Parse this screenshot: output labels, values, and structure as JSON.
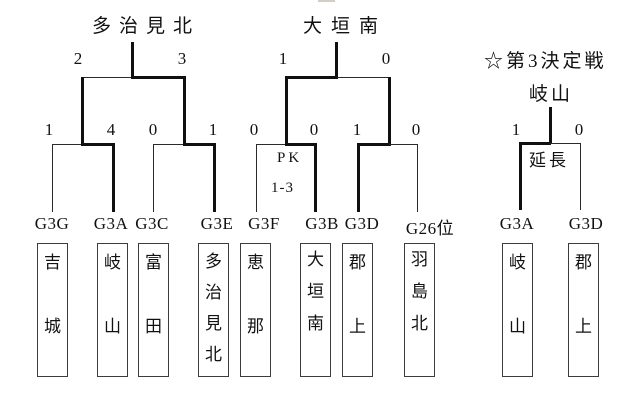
{
  "page": {
    "background": "#ffffff",
    "line_color": "#101010"
  },
  "matches": {
    "sf_left": {
      "winner": "多治見北",
      "score_left": "2",
      "score_right": "3"
    },
    "sf_right": {
      "winner": "大垣南",
      "score_left": "1",
      "score_right": "0"
    },
    "qf1": {
      "score_left": "1",
      "score_right": "4"
    },
    "qf2": {
      "score_left": "0",
      "score_right": "1"
    },
    "qf3": {
      "score_left": "0",
      "score_right": "0",
      "note_pk": "PK",
      "note_pk_score": "1-3"
    },
    "qf4": {
      "score_left": "1",
      "score_right": "0"
    },
    "third_place": {
      "heading": "☆第3決定戦",
      "winner": "岐山",
      "score_left": "1",
      "score_right": "0",
      "note_extra_time": "延長"
    }
  },
  "teams": [
    {
      "label": "G3G",
      "name": "吉城",
      "chars": [
        "吉",
        "城"
      ]
    },
    {
      "label": "G3A",
      "name": "岐山",
      "chars": [
        "岐",
        "山"
      ]
    },
    {
      "label": "G3C",
      "name": "富田",
      "chars": [
        "富",
        "田"
      ]
    },
    {
      "label": "G3E",
      "name": "多治見北",
      "chars": [
        "多",
        "治",
        "見",
        "北"
      ]
    },
    {
      "label": "G3F",
      "name": "恵那",
      "chars": [
        "恵",
        "那"
      ]
    },
    {
      "label": "G3B",
      "name": "大垣南",
      "chars": [
        "大",
        "垣",
        "南"
      ]
    },
    {
      "label": "G3D",
      "name": "郡上",
      "chars": [
        "郡",
        "上"
      ]
    },
    {
      "label": "G26位",
      "name": "羽島北",
      "chars": [
        "羽",
        "島",
        "北"
      ]
    },
    {
      "label": "G3A",
      "name": "岐山",
      "chars": [
        "岐",
        "山"
      ]
    },
    {
      "label": "G3D",
      "name": "郡上",
      "chars": [
        "郡",
        "上"
      ]
    }
  ]
}
